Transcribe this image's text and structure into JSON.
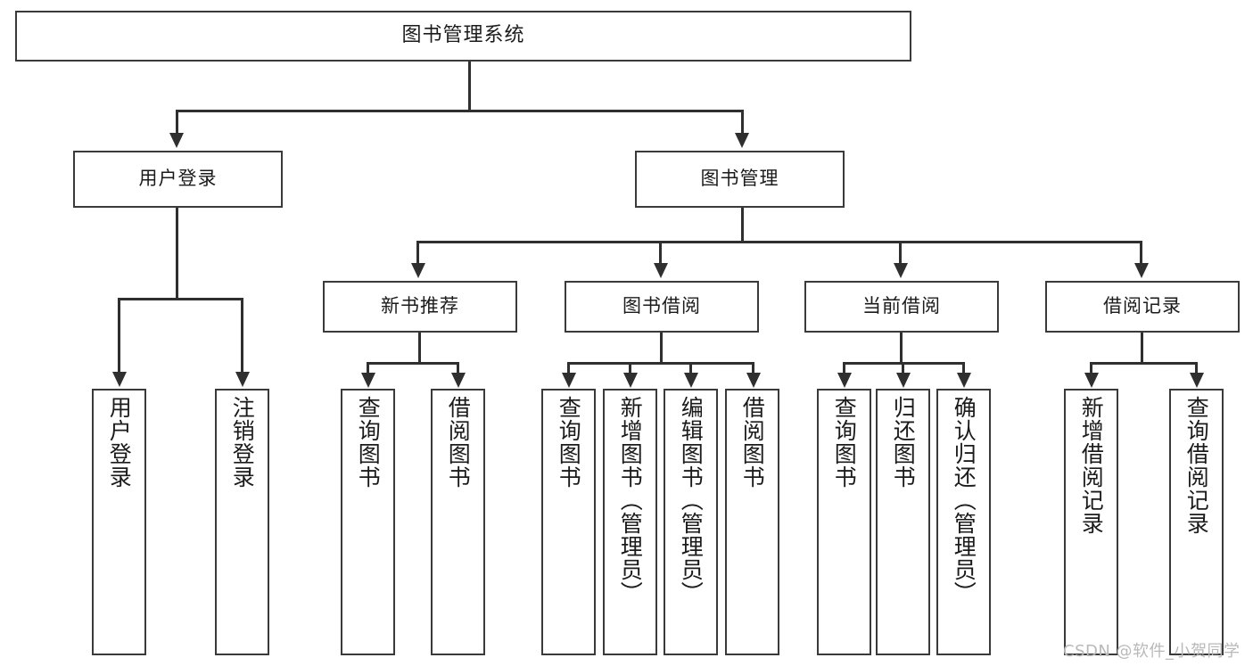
{
  "diagram": {
    "title": "图书管理系统",
    "type": "功能结构图",
    "root": {
      "id": "root",
      "label": "图书管理系统"
    },
    "level2": [
      {
        "id": "user-login",
        "label": "用户登录"
      },
      {
        "id": "book-manage",
        "label": "图书管理"
      }
    ],
    "level3": [
      {
        "id": "new-book-recommend",
        "label": "新书推荐"
      },
      {
        "id": "book-borrow",
        "label": "图书借阅"
      },
      {
        "id": "current-borrow",
        "label": "当前借阅"
      },
      {
        "id": "borrow-record",
        "label": "借阅记录"
      }
    ],
    "leaves": [
      {
        "id": "leaf-user-login",
        "label": "用户登录",
        "parent": "用户登录"
      },
      {
        "id": "leaf-logout-login",
        "label": "注销登录",
        "parent": "用户登录"
      },
      {
        "id": "leaf-query-book-1",
        "label": "查询图书",
        "parent": "新书推荐"
      },
      {
        "id": "leaf-borrow-book-1",
        "label": "借阅图书",
        "parent": "新书推荐"
      },
      {
        "id": "leaf-query-book-2",
        "label": "查询图书",
        "parent": "图书借阅"
      },
      {
        "id": "leaf-add-book-admin",
        "label": "新增图书（管理员）",
        "parent": "图书借阅"
      },
      {
        "id": "leaf-edit-book-admin",
        "label": "编辑图书（管理员）",
        "parent": "图书借阅"
      },
      {
        "id": "leaf-borrow-book-2",
        "label": "借阅图书",
        "parent": "图书借阅"
      },
      {
        "id": "leaf-query-book-3",
        "label": "查询图书",
        "parent": "当前借阅"
      },
      {
        "id": "leaf-return-book",
        "label": "归还图书",
        "parent": "当前借阅"
      },
      {
        "id": "leaf-confirm-return-admin",
        "label": "确认归还（管理员）",
        "parent": "当前借阅"
      },
      {
        "id": "leaf-add-borrow-record",
        "label": "新增借阅记录",
        "parent": "借阅记录"
      },
      {
        "id": "leaf-query-borrow-record",
        "label": "查询借阅记录",
        "parent": "借阅记录"
      }
    ]
  },
  "watermark": {
    "text": "CSDN @软件_小贺同学"
  },
  "colors": {
    "box_border": "#3a3a3a",
    "connector": "#2f2f2f",
    "text": "#1b1b1b",
    "background": "#ffffff",
    "watermark": "#b9b9b9"
  }
}
